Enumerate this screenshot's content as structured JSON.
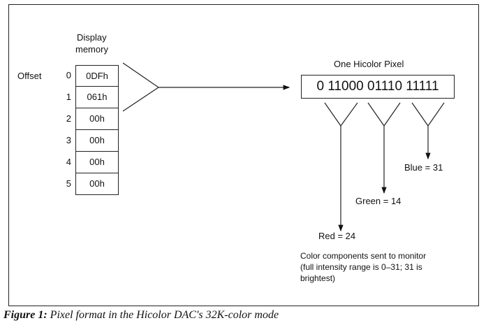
{
  "memory": {
    "title_line1": "Display",
    "title_line2": "memory",
    "offset_label": "Offset",
    "rows": [
      {
        "offset": "0",
        "value": "0DFh"
      },
      {
        "offset": "1",
        "value": "061h"
      },
      {
        "offset": "2",
        "value": "00h"
      },
      {
        "offset": "3",
        "value": "00h"
      },
      {
        "offset": "4",
        "value": "00h"
      },
      {
        "offset": "5",
        "value": "00h"
      }
    ]
  },
  "pixel": {
    "title": "One Hicolor Pixel",
    "bits": "0 11000 01110 11111"
  },
  "components": {
    "blue": "Blue = 31",
    "green": "Green = 14",
    "red": "Red = 24",
    "note_line1": "Color components sent to monitor",
    "note_line2": "(full intensity range is 0–31; 31 is",
    "note_line3": "brightest)"
  },
  "caption": {
    "label": "Figure 1:",
    "text": "Pixel format in the Hicolor DAC's 32K-color mode"
  }
}
